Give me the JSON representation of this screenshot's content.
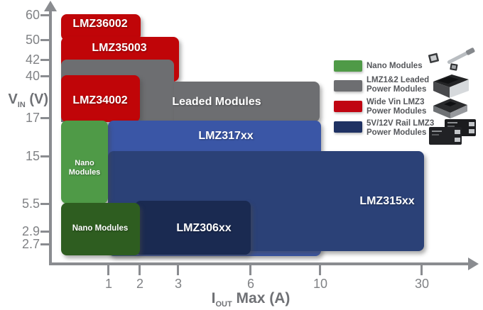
{
  "chart_data": {
    "type": "area",
    "title": "",
    "description": "Power module selection map: input voltage range vs maximum output current for TI LMZ module families",
    "xlabel": "IOUT Max (A)",
    "ylabel": "VIN (V)",
    "x_axis": {
      "symbol": "I",
      "subscript": "OUT",
      "rest": " Max (A)"
    },
    "y_axis": {
      "symbol": "V",
      "subscript": "IN",
      "rest": " (V)"
    },
    "x_ticks": [
      "1",
      "2",
      "3",
      "6",
      "10",
      "30"
    ],
    "y_ticks": [
      "60",
      "50",
      "42",
      "40",
      "17",
      "15",
      "5.5",
      "2.9",
      "2.7"
    ],
    "grid": false,
    "legend_position": "right",
    "regions": [
      {
        "label": "LMZ36002",
        "family": "Wide Vin LMZ3 Power Modules",
        "color": "#c00508",
        "vin_range": [
          50,
          60
        ],
        "iout_range": [
          0,
          2
        ]
      },
      {
        "label": "LMZ35003",
        "family": "Wide Vin LMZ3 Power Modules",
        "color": "#c00508",
        "vin_range": [
          42,
          50
        ],
        "iout_range": [
          0,
          3
        ]
      },
      {
        "label": "Leaded Modules",
        "family": "LMZ1&2 Leaded Power Modules",
        "color": "#6d6e71",
        "vin_range": [
          17,
          42
        ],
        "iout_range": [
          0,
          10
        ]
      },
      {
        "label": "LMZ34002",
        "family": "Wide Vin LMZ3 Power Modules",
        "color": "#c00508",
        "vin_range": [
          17,
          40
        ],
        "iout_range": [
          0,
          2
        ]
      },
      {
        "label": "Nano Modules",
        "family": "Nano Modules",
        "color": "#4f9a47",
        "vin_range": [
          5.5,
          17
        ],
        "iout_range": [
          0,
          1
        ]
      },
      {
        "label": "LMZ317xx",
        "family": "5V/12V Rail LMZ3 Power Modules",
        "color": "#3a56a6",
        "vin_range": [
          15,
          17
        ],
        "iout_range": [
          1,
          10
        ]
      },
      {
        "label": "LMZ315xx",
        "family": "5V/12V Rail LMZ3 Power Modules",
        "color": "#2b4177",
        "vin_range": [
          2.7,
          15
        ],
        "iout_range": [
          1,
          30
        ]
      },
      {
        "label": "LMZ306xx",
        "family": "5V/12V Rail LMZ3 Power Modules",
        "color": "#1a2a51",
        "vin_range": [
          2.7,
          5.5
        ],
        "iout_range": [
          2,
          6
        ]
      },
      {
        "label": "Nano Modules",
        "family": "Nano Modules",
        "color": "#2e5d20",
        "vin_range": [
          2.7,
          5.5
        ],
        "iout_range": [
          0,
          2
        ]
      }
    ]
  },
  "legend": {
    "items": [
      {
        "line1": "Nano Modules",
        "line2": "",
        "color": "#4f9a47",
        "thumb": "nano-modules-photo"
      },
      {
        "line1": "LMZ1&2 Leaded",
        "line2": "Power Modules",
        "color": "#6d6e71",
        "thumb": "leaded-module-photo"
      },
      {
        "line1": "Wide Vin LMZ3",
        "line2": "Power Modules",
        "color": "#c00512",
        "thumb": "wide-vin-module-photo"
      },
      {
        "line1": "5V/12V Rail LMZ3",
        "line2": "Power Modules",
        "color": "#1f3263",
        "thumb": "rail-modules-photo"
      }
    ]
  },
  "colors": {
    "background": "#ffffff",
    "axis": "#8a8c90",
    "tick_label": "#808285",
    "axis_title": "#6f7175",
    "region_text": "#ffffff"
  }
}
